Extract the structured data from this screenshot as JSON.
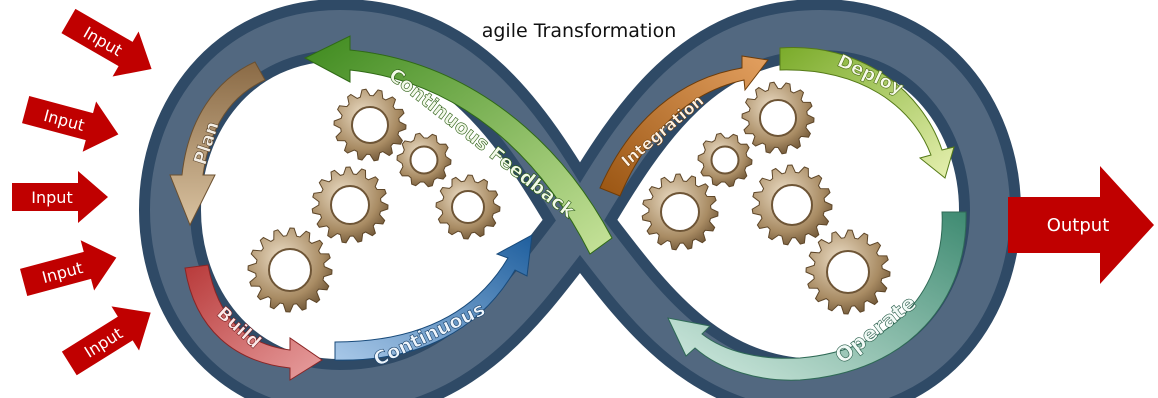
{
  "title": "agile Transformation",
  "inputs": [
    "Input",
    "Input",
    "Input",
    "Input",
    "Input"
  ],
  "output": "Output",
  "stages": {
    "plan": "Plan",
    "build": "Build",
    "continuous": "Continuous",
    "feedback": "Continuous Feedback",
    "integration": "Integration",
    "deploy": "Deploy",
    "operate": "Operate"
  },
  "colors": {
    "arrow_red": "#c00000",
    "loop_dark": "#243a55",
    "loop_mid": "#5a6f84",
    "plan": "#c2a27a",
    "build": "#c0504d",
    "continuous": "#2e75b6",
    "feedback": "#5aa02c",
    "integration": "#b86b1b",
    "deploy": "#8db63c",
    "operate": "#6aa58e",
    "gear": "#a88b63"
  },
  "icons": [
    "gear-icon"
  ]
}
